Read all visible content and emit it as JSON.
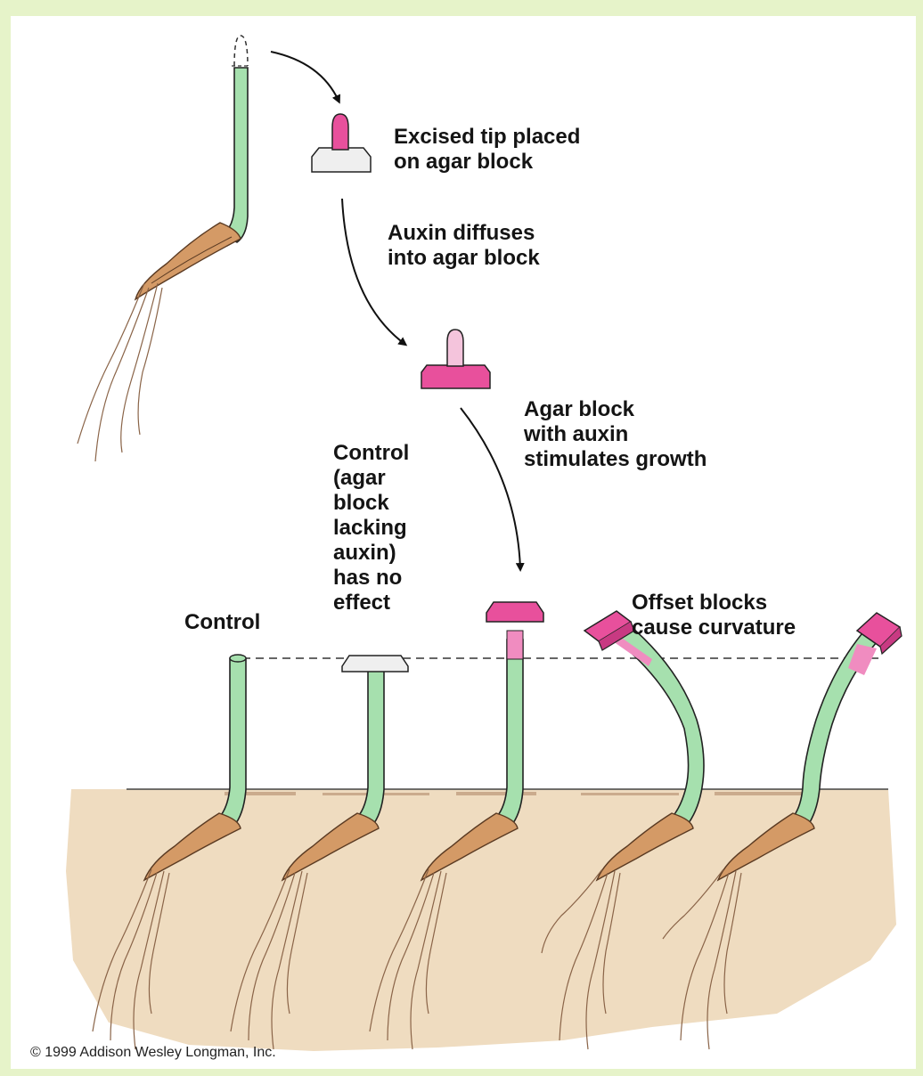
{
  "labels": {
    "excised_tip": [
      "Excised tip placed",
      "on agar block"
    ],
    "auxin_diffuses": [
      "Auxin diffuses",
      "into agar block"
    ],
    "agar_with_auxin": [
      "Agar block",
      "with auxin",
      "stimulates growth"
    ],
    "control_no_effect": [
      "Control",
      "(agar",
      "block",
      "lacking",
      "auxin)",
      "has no",
      "effect"
    ],
    "control": "Control",
    "offset_blocks": [
      "Offset blocks",
      "cause curvature"
    ]
  },
  "copyright": "© 1999 Addison Wesley Longman, Inc.",
  "colors": {
    "page_border": "#e6f3c9",
    "coleoptile_green": "#a6e0ae",
    "auxin_pink": "#e8509c",
    "faded_tip_pink": "#f4c4dc",
    "plain_agar_gray": "#efefef",
    "soil_tan": "#efdcc0",
    "seed_brown": "#d49a66",
    "root_brown": "#cfa27a"
  }
}
